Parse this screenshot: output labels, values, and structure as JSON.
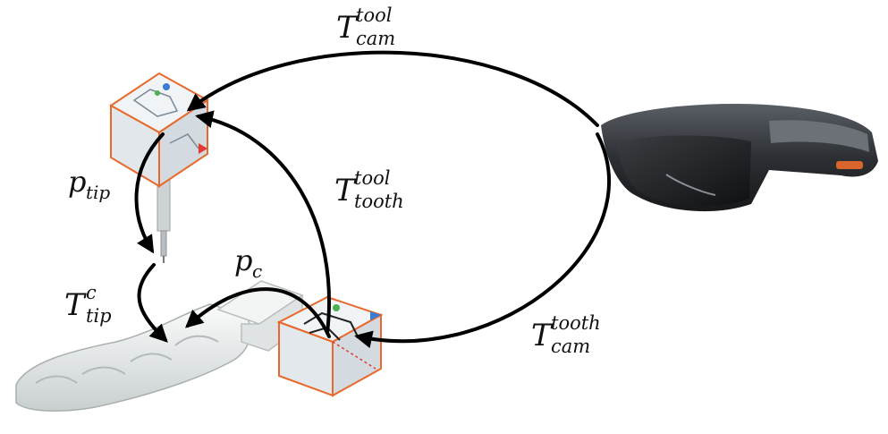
{
  "labels": {
    "t_tool_cam": {
      "main": "T",
      "sup": "tool",
      "sub": "cam"
    },
    "t_tool_tooth": {
      "main": "T",
      "sup": "tool",
      "sub": "tooth"
    },
    "t_tooth_cam": {
      "main": "T",
      "sup": "tooth",
      "sub": "cam"
    },
    "t_c_tip": {
      "main": "T",
      "sup": "c",
      "sub": "tip"
    },
    "p_tip": {
      "main": "p",
      "sub": "tip"
    },
    "p_c": {
      "main": "p",
      "sub": "c"
    }
  },
  "colors": {
    "arrow": "#000000",
    "marker_edge": "#e8692c",
    "marker_face": "#e8eef2",
    "headset_body": "#2f3236",
    "tooth_model": "#e9ecec"
  },
  "icons": {
    "tool_marker": "marker-cube-icon",
    "tooth_marker": "marker-cube-icon",
    "stylus": "stylus-tool-icon",
    "dental_model": "dental-arch-icon",
    "headset": "ar-headset-icon"
  }
}
